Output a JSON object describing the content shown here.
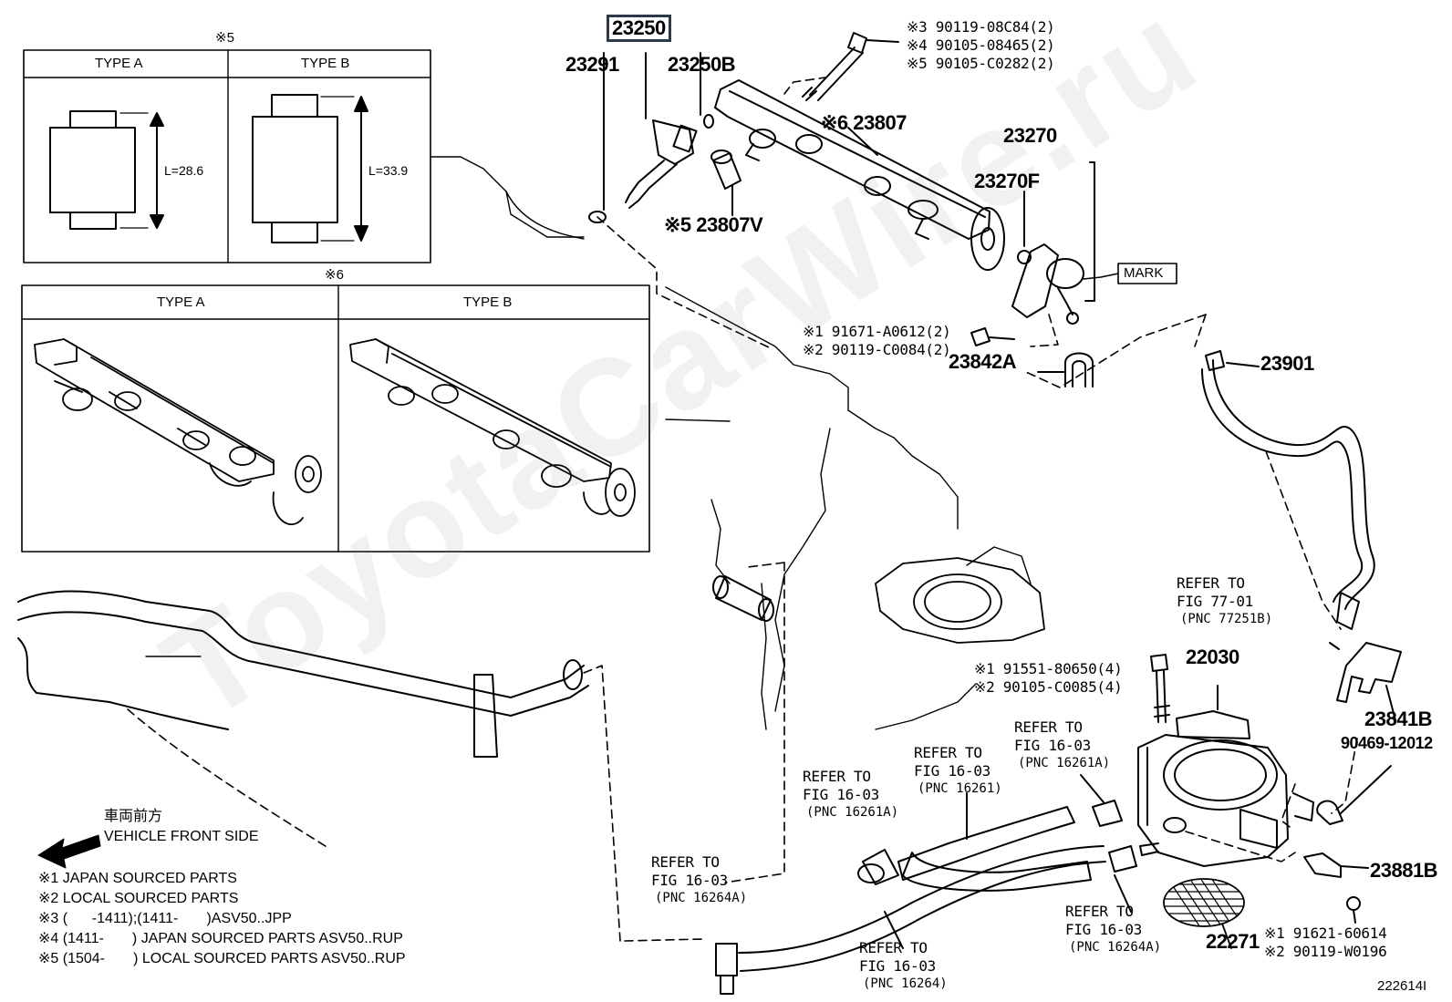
{
  "watermark": "ToyotaCarWire.ru",
  "diagram_id": "222614I",
  "boxes": {
    "top": {
      "ref": "※5",
      "type_a": "TYPE A",
      "type_b": "TYPE B",
      "l_a": "L=28.6",
      "l_b": "L=33.9"
    },
    "bottom": {
      "ref": "※6",
      "type_a": "TYPE A",
      "type_b": "TYPE B"
    }
  },
  "parts": {
    "p23250": "23250",
    "p23291": "23291",
    "p23250B": "23250B",
    "p23807": "※6 23807",
    "p23807V": "※5 23807V",
    "p23270": "23270",
    "p23270F": "23270F",
    "mark": "MARK",
    "p23842A": "23842A",
    "p23901": "23901",
    "p22030": "22030",
    "p23841B": "23841B",
    "p90469": "90469-12012",
    "p23881B": "23881B",
    "p22271": "22271"
  },
  "codes": {
    "bolt1": "※3 90119-08C84(2)",
    "bolt2": "※4 90105-08465(2)",
    "bolt3": "※5 90105-C0282(2)",
    "screw1": "※1 91671-A0612(2)",
    "screw2": "※2 90119-C0084(2)",
    "tb_bolt1": "※1 91551-80650(4)",
    "tb_bolt2": "※2 90105-C0085(4)",
    "br_bolt1": "※1 91621-60614",
    "br_bolt2": "※2 90119-W0196"
  },
  "refers": [
    {
      "l1": "REFER TO",
      "l2": "FIG 77-01",
      "l3": "(PNC 77251B)"
    },
    {
      "l1": "REFER TO",
      "l2": "FIG 16-03",
      "l3": "(PNC 16261A)"
    },
    {
      "l1": "REFER TO",
      "l2": "FIG 16-03",
      "l3": "(PNC 16261)"
    },
    {
      "l1": "REFER TO",
      "l2": "FIG 16-03",
      "l3": "(PNC 16261A)"
    },
    {
      "l1": "REFER TO",
      "l2": "FIG 16-03",
      "l3": "(PNC 16264A)"
    },
    {
      "l1": "REFER TO",
      "l2": "FIG 16-03",
      "l3": "(PNC 16264)"
    },
    {
      "l1": "REFER TO",
      "l2": "FIG 16-03",
      "l3": "(PNC 16264A)"
    }
  ],
  "front": {
    "jp": "車両前方",
    "en": "VEHICLE FRONT SIDE"
  },
  "notes": [
    "※1 JAPAN SOURCED PARTS",
    "※2 LOCAL SOURCED PARTS",
    "※3 (      -1411);(1411-       )ASV50..JPP",
    "※4 (1411-       ) JAPAN SOURCED PARTS ASV50..RUP",
    "※5 (1504-       ) LOCAL SOURCED PARTS ASV50..RUP"
  ]
}
